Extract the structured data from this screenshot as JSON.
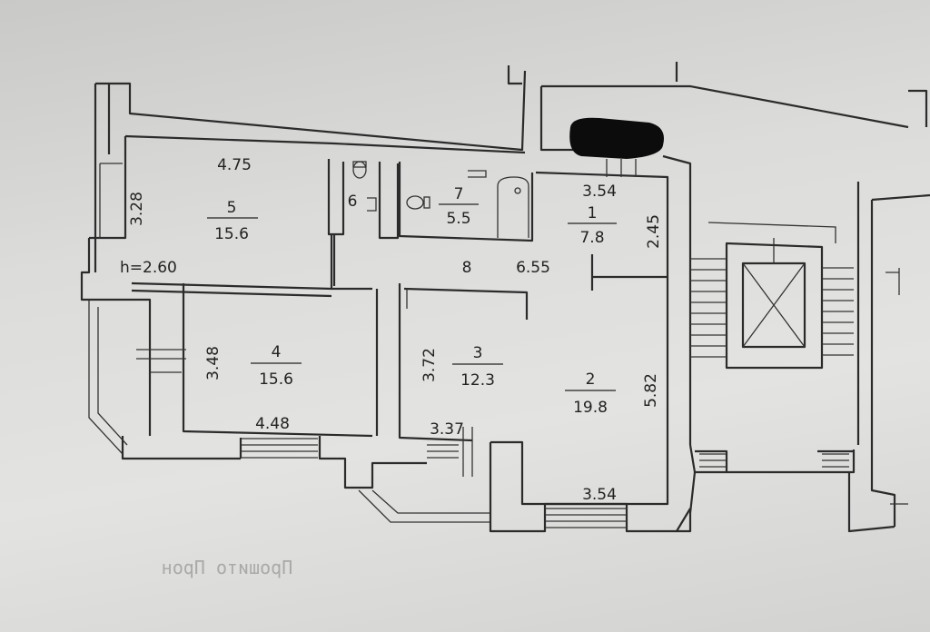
{
  "rooms": {
    "r1": {
      "num": "1",
      "area": "7.8"
    },
    "r2": {
      "num": "2",
      "area": "19.8"
    },
    "r3": {
      "num": "3",
      "area": "12.3"
    },
    "r4": {
      "num": "4",
      "area": "15.6"
    },
    "r5": {
      "num": "5",
      "area": "15.6"
    },
    "r6": {
      "num": "6"
    },
    "r7": {
      "num": "7",
      "area": "5.5"
    },
    "r8": {
      "num": "8"
    }
  },
  "dims": {
    "r5_width": "4.75",
    "r5_depth": "3.28",
    "ceiling": "h=2.60",
    "r4_depth": "3.48",
    "r4_width": "4.48",
    "r3_depth": "3.72",
    "r3_width": "3.37",
    "r1_width": "3.54",
    "r1_depth": "2.45",
    "corridor": "6.55",
    "r2_depth": "5.82",
    "r2_width": "3.54"
  },
  "stamp": {
    "text": "Прошито Прон"
  }
}
